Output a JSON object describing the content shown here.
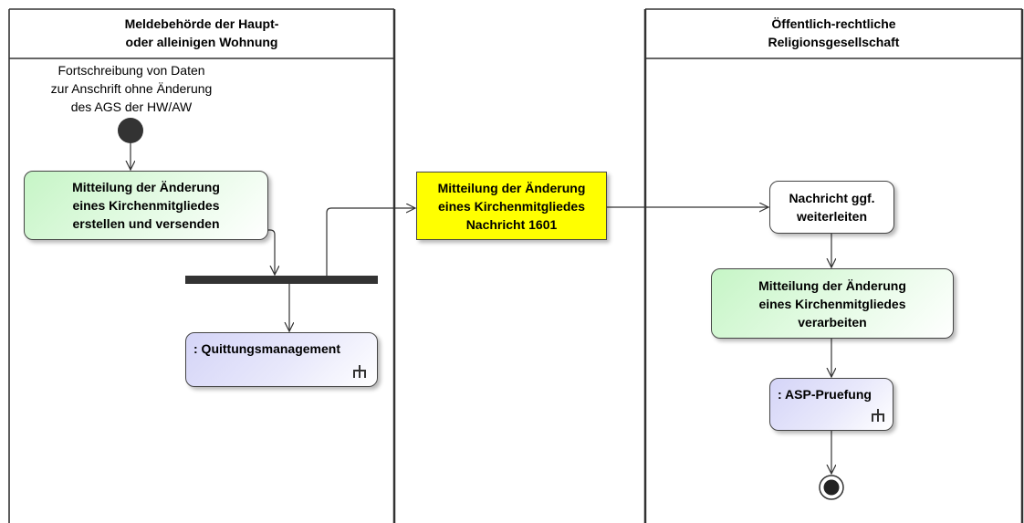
{
  "lanes": [
    {
      "title_line1": "Meldebehörde der Haupt-",
      "title_line2": "oder alleinigen Wohnung"
    },
    {
      "title_line1": "",
      "title_line2": ""
    },
    {
      "title_line1": "Öffentlich-rechtliche",
      "title_line2": "Religionsgesellschaft"
    }
  ],
  "start": {
    "line1": "Fortschreibung von Daten",
    "line2": "zur Anschrift ohne Änderung",
    "line3": "des AGS der HW/AW"
  },
  "nodes": {
    "create_send": {
      "line1": "Mitteilung der Änderung",
      "line2": "eines Kirchenmitgliedes",
      "line3": "erstellen und versenden"
    },
    "message": {
      "line1": "Mitteilung der Änderung",
      "line2": "eines Kirchenmitgliedes",
      "line3": "Nachricht 1601"
    },
    "forward": {
      "line1": "Nachricht ggf.",
      "line2": "weiterleiten"
    },
    "process": {
      "line1": "Mitteilung der Änderung",
      "line2": "eines Kirchenmitgliedes",
      "line3": "verarbeiten"
    },
    "receipt": {
      "label": ": Quittungsmanagement",
      "icon": "rake-icon"
    },
    "asp_check": {
      "label": ": ASP-Pruefung",
      "icon": "rake-icon"
    }
  },
  "colors": {
    "action_green": "#c6f5c6",
    "object_yellow": "#ffff00",
    "call_behavior_blue": "#d4d4f7",
    "line": "#333333",
    "fork_bar": "#333333"
  }
}
